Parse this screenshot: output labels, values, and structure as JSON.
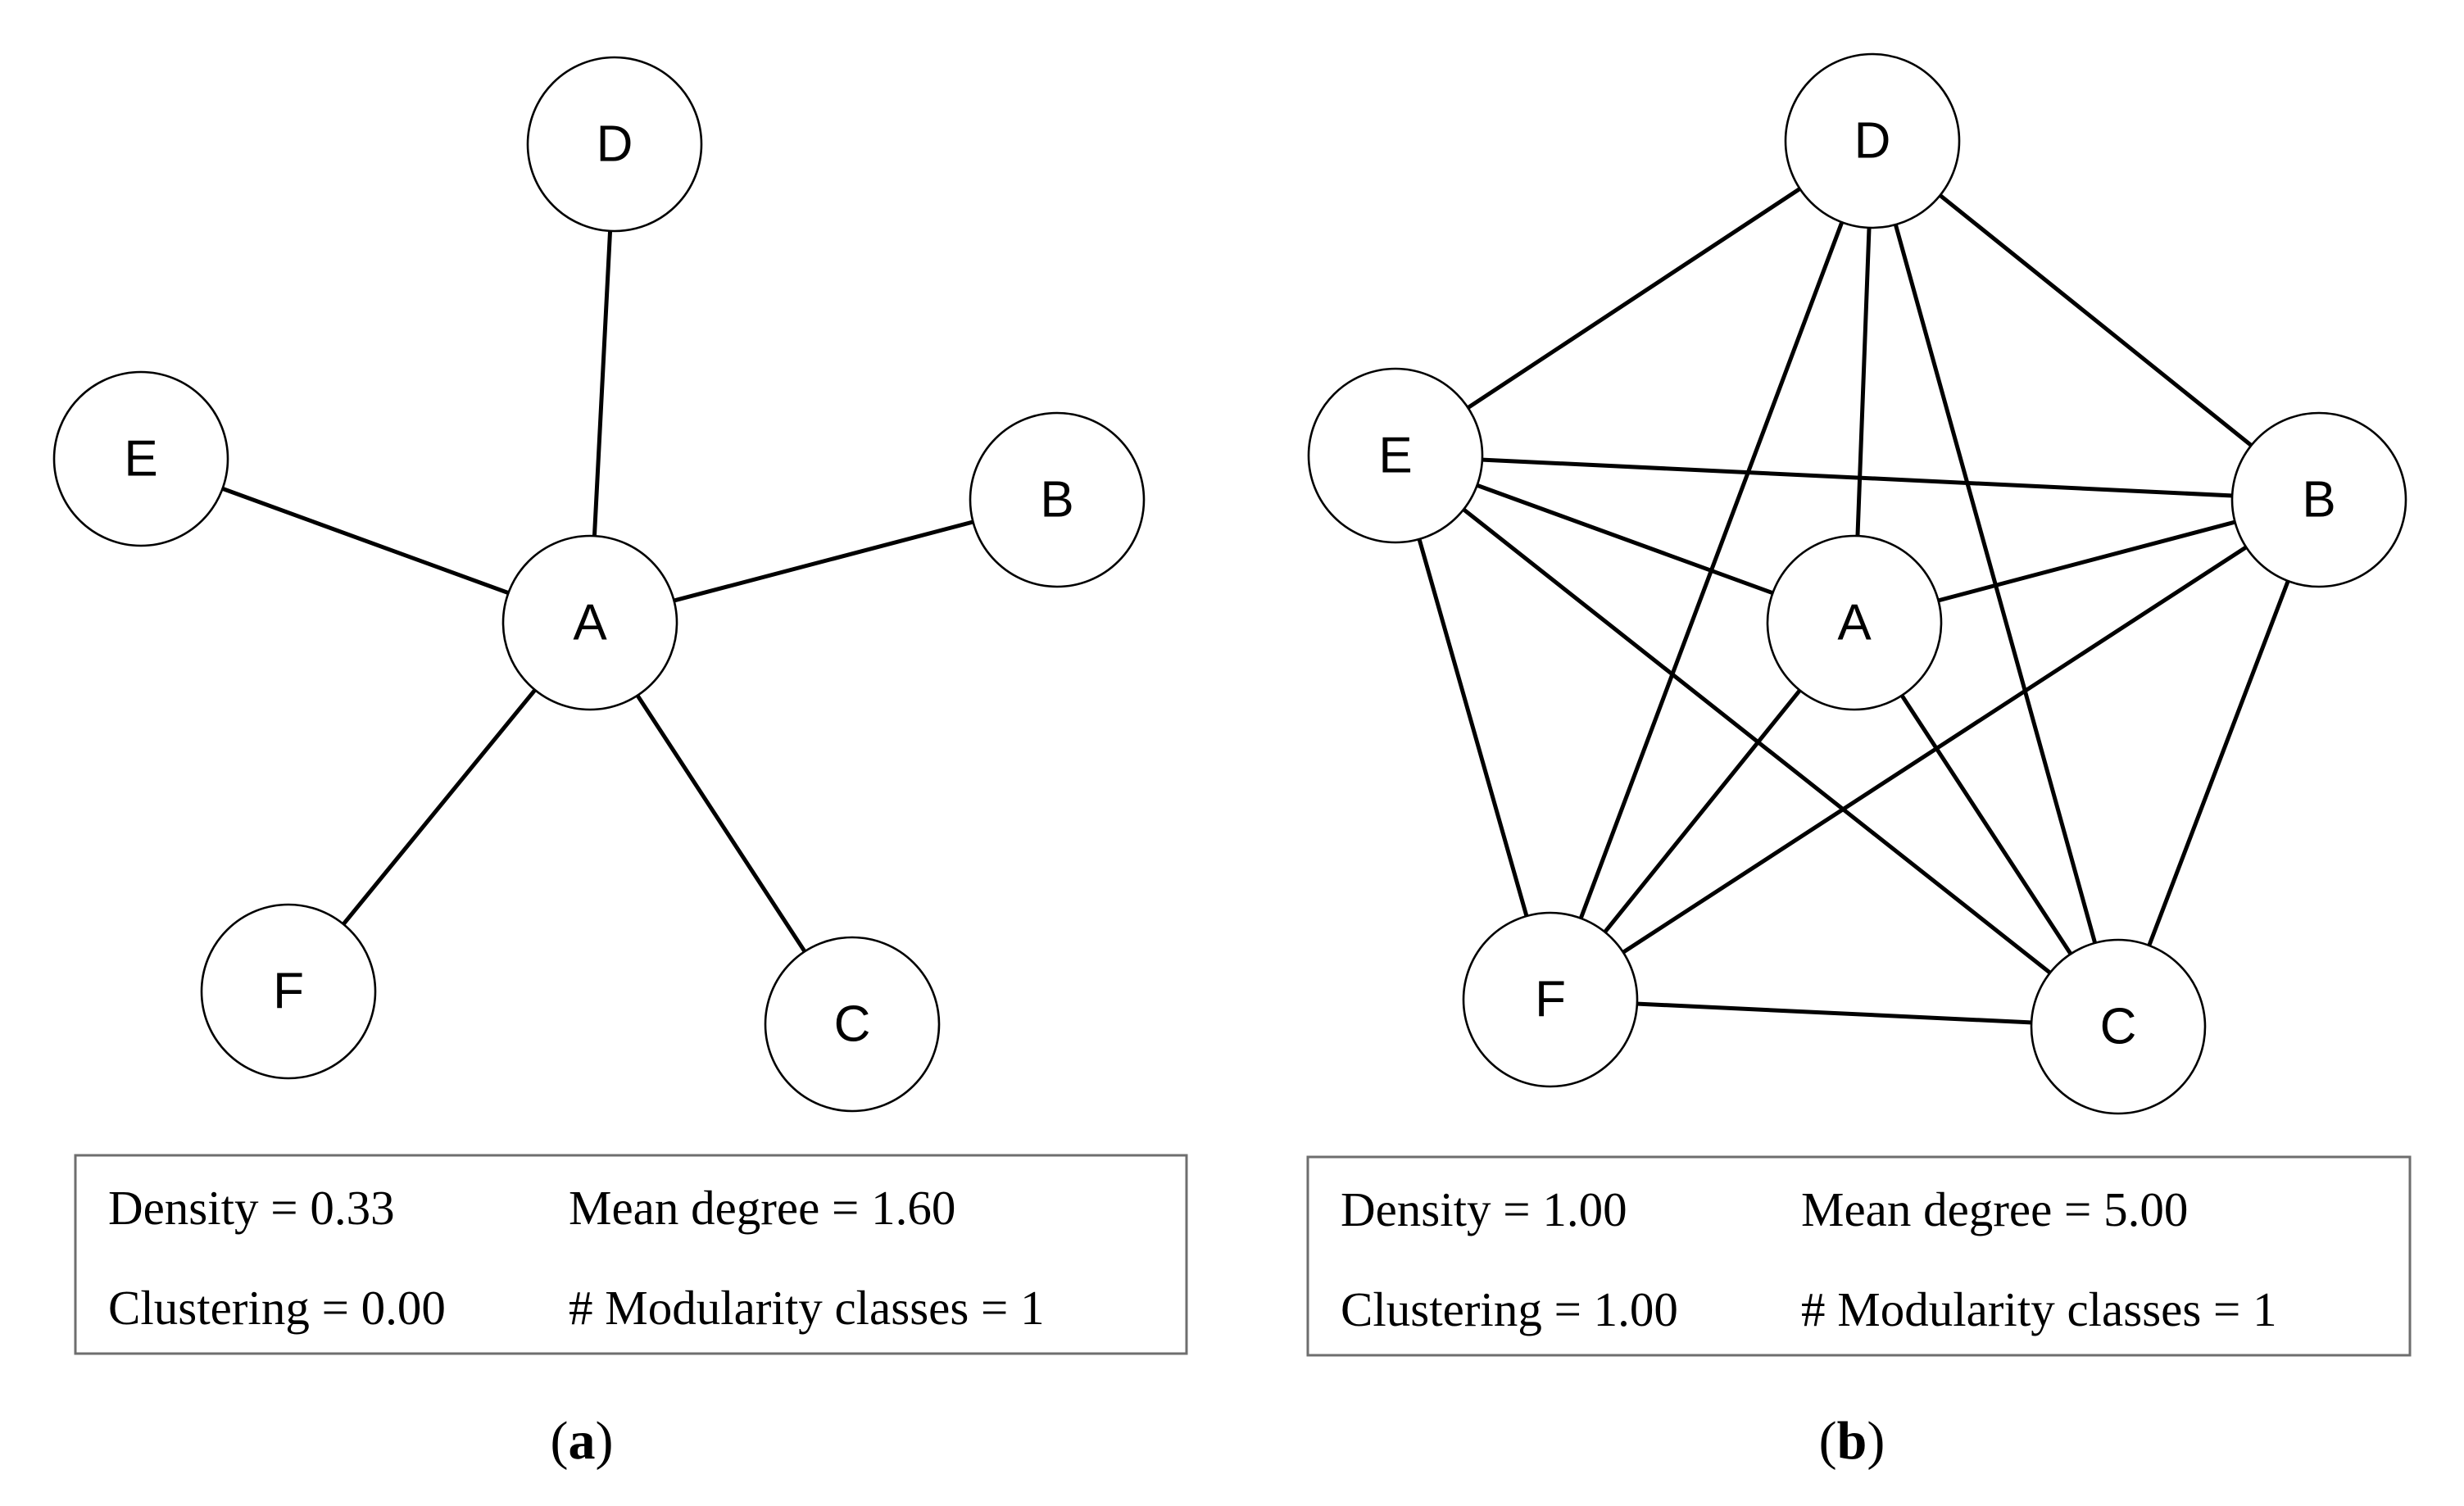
{
  "panels": [
    {
      "id": "a",
      "caption_letter": "a",
      "nodes": [
        "A",
        "B",
        "C",
        "D",
        "E",
        "F"
      ],
      "edges": [
        [
          "A",
          "D"
        ],
        [
          "A",
          "E"
        ],
        [
          "A",
          "B"
        ],
        [
          "A",
          "F"
        ],
        [
          "A",
          "C"
        ]
      ],
      "stats": {
        "density": "Density = 0.33",
        "mean_degree": "Mean degree = 1.60",
        "clustering": "Clustering = 0.00",
        "modularity": "# Modularity classes = 1"
      }
    },
    {
      "id": "b",
      "caption_letter": "b",
      "nodes": [
        "A",
        "B",
        "C",
        "D",
        "E",
        "F"
      ],
      "edges": [
        [
          "A",
          "B"
        ],
        [
          "A",
          "C"
        ],
        [
          "A",
          "D"
        ],
        [
          "A",
          "E"
        ],
        [
          "A",
          "F"
        ],
        [
          "B",
          "C"
        ],
        [
          "B",
          "D"
        ],
        [
          "B",
          "E"
        ],
        [
          "B",
          "F"
        ],
        [
          "C",
          "D"
        ],
        [
          "C",
          "E"
        ],
        [
          "C",
          "F"
        ],
        [
          "D",
          "E"
        ],
        [
          "D",
          "F"
        ],
        [
          "E",
          "F"
        ]
      ],
      "stats": {
        "density": "Density = 1.00",
        "mean_degree": "Mean degree = 5.00",
        "clustering": "Clustering = 1.00",
        "modularity": "# Modularity classes = 1"
      }
    }
  ]
}
